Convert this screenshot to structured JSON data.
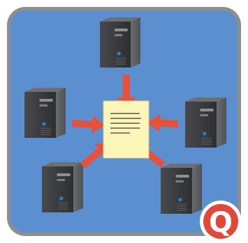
{
  "diagram": {
    "background_color": "#5b8fcf",
    "frame_color": "#8e8e8e",
    "document_color": "#fdf6b8",
    "arrow_color": "#e8503a",
    "server_body_color": "#3c3d40",
    "server_accent_color": "#2a7fd4",
    "servers": [
      "server-top",
      "server-left",
      "server-right",
      "server-bottom-left",
      "server-bottom-right"
    ],
    "document_lines": 5
  },
  "badge": {
    "letter": "Q",
    "color": "#e2483a",
    "icon": "q-badge-icon"
  }
}
